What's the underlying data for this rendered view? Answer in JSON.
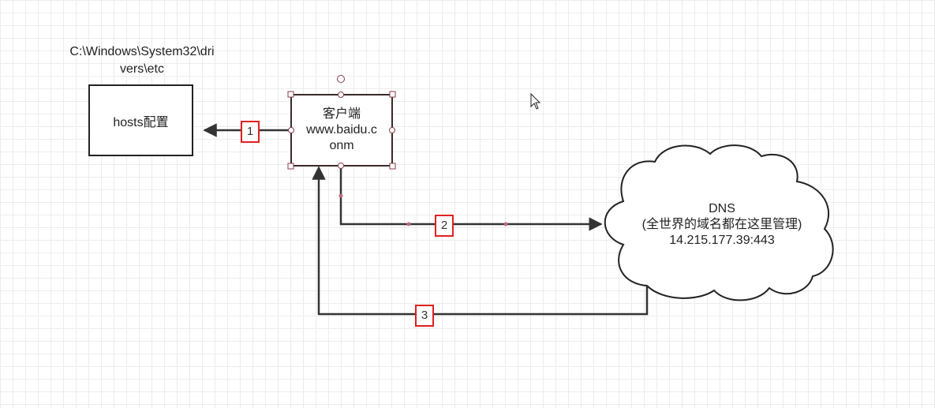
{
  "diagram": {
    "hosts_path": {
      "line1": "C:\\Windows\\System32\\dri",
      "line2": "vers\\etc"
    },
    "hosts_box": {
      "label": "hosts配置"
    },
    "client_box": {
      "line1": "客户端",
      "line2": "www.baidu.c",
      "line3": "onm"
    },
    "dns_cloud": {
      "line1": "DNS",
      "line2": "(全世界的域名都在这里管理)",
      "line3": "14.215.177.39:443"
    },
    "steps": {
      "step1": "1",
      "step2": "2",
      "step3": "3"
    },
    "colors": {
      "line": "#333333",
      "step_border": "#e02020",
      "selection_handle": "#8b3a4a"
    }
  }
}
